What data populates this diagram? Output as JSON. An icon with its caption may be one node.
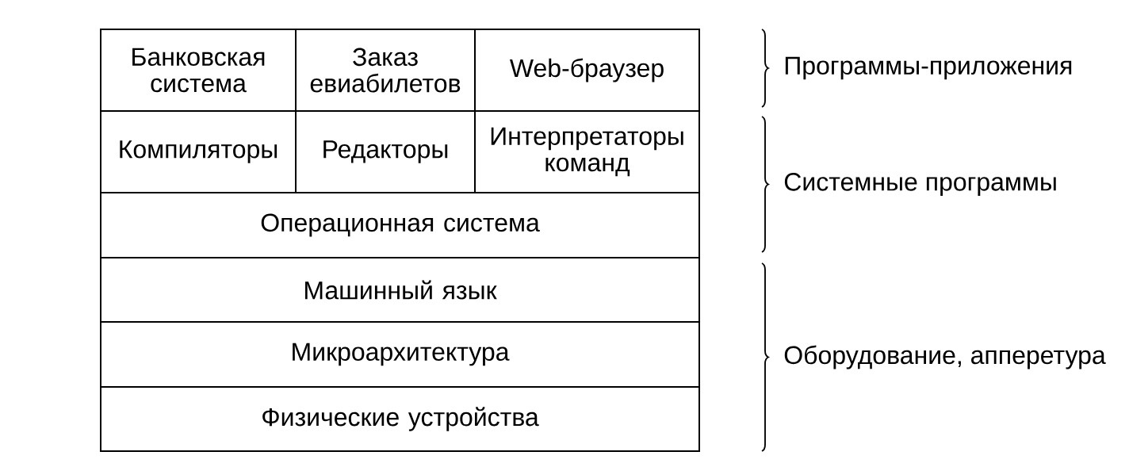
{
  "diagram": {
    "nodes": [
      {
        "text": [
          "Банковская система"
        ]
      },
      {
        "text": [
          "Заказ евиабилетов"
        ]
      },
      {
        "text": [
          "Web-браузер"
        ]
      },
      {
        "text": [
          "Компиляторы"
        ]
      },
      {
        "text": [
          "Редакторы"
        ]
      },
      {
        "text": [
          "Интерпретаторы команд"
        ]
      },
      {
        "text": [
          "Операционная система"
        ]
      },
      {
        "text": [
          "Машинный язык"
        ]
      },
      {
        "text": [
          "Микроархитектура"
        ]
      },
      {
        "text": [
          "Физические устройства"
        ]
      }
    ],
    "labels": [
      "Программы-приложения",
      "Системные программы",
      "Оборудование, апперетура"
    ]
  }
}
